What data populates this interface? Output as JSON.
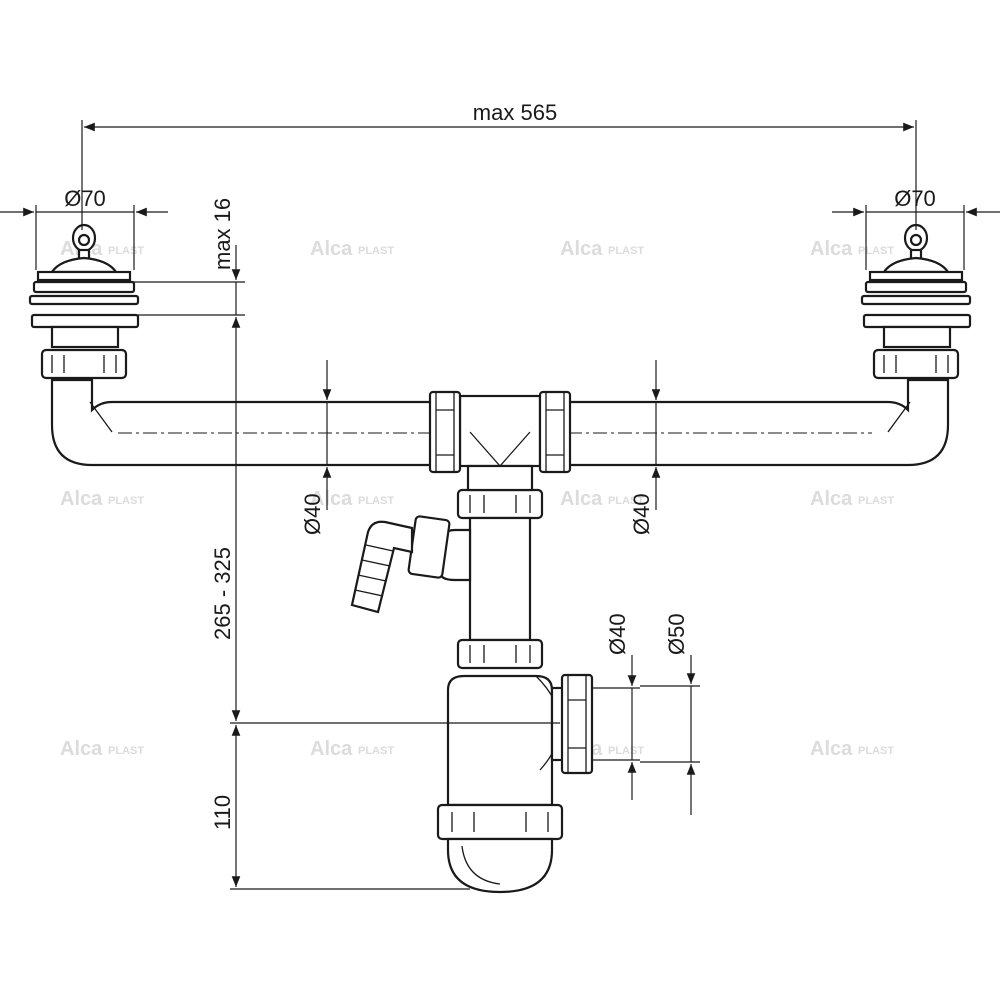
{
  "dimensions": {
    "overall_width": "max 565",
    "left_outlet_diameter": "Ø70",
    "right_outlet_diameter": "Ø70",
    "plug_height": "max 16",
    "vertical_adjust": "265 - 325",
    "left_pipe_diameter": "Ø40",
    "right_pipe_diameter": "Ø40",
    "outlet_inner_diameter": "Ø40",
    "outlet_outer_diameter": "Ø50",
    "trap_height": "110"
  },
  "watermark": {
    "brand": "Alca",
    "suffix": "PLAST"
  },
  "colors": {
    "line": "#1a1a1a",
    "watermark": "#dcdcdc",
    "background": "#ffffff"
  }
}
